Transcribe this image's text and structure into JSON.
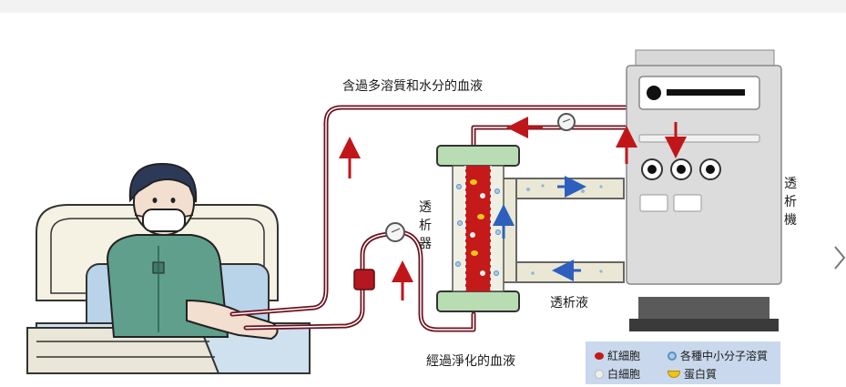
{
  "labels": {
    "blood_in": "含過多溶質和水分的血液",
    "blood_out": "經過淨化的血液",
    "dialysate": "透析液",
    "dialyzer": "透析器",
    "machine": "透析機"
  },
  "legend": {
    "rbc": "紅細胞",
    "wbc": "白細胞",
    "solutes": "各種中小分子溶質",
    "protein": "蛋白質"
  },
  "colors": {
    "blood_tube": "#6b1320",
    "blood": "#c41a1a",
    "dialysate": "#eae8d4",
    "dialyzer_cap": "#b9ddb3",
    "machine": "#dcdcdc",
    "arrow_red": "#c0161a",
    "arrow_blue": "#2e5fbf",
    "legend_bg": "#c9d8ec"
  },
  "icons": {
    "nav": "chevron-right-icon"
  }
}
